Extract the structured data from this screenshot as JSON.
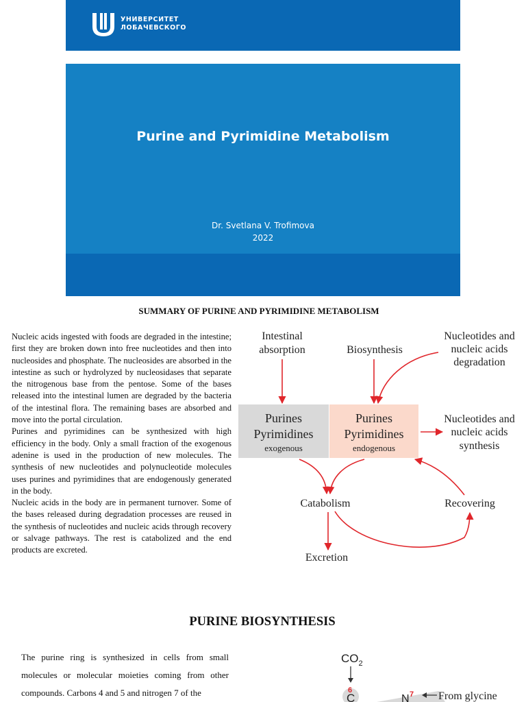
{
  "header": {
    "logo_line1": "УНИВЕРСИТЕТ",
    "logo_line2": "ЛОБАЧЕВСКОГО",
    "brand_color": "#0a68b4"
  },
  "title_slide": {
    "title": "Purine and Pyrimidine Metabolism",
    "author": "Dr. Svetlana V. Trofimova",
    "year": "2022",
    "bg_color": "#1581c4"
  },
  "summary": {
    "heading": "SUMMARY OF PURINE AND PYRIMIDINE METABOLISM",
    "paragraphs": [
      "Nucleic acids ingested with foods are degraded in the intestine; first they are broken down into free nucleotides and then into nucleosides and phosphate. The nucleosides are absorbed in the intestine as such or hydrolyzed by nucleosidases that separate the nitrogenous base from the pentose. Some of the bases released into the intestinal lumen are degraded by the bacteria of the intestinal flora. The remaining bases are absorbed and move into the portal circulation.",
      "Purines and pyrimidines can be synthesized with high efficiency in the body. Only a small fraction of the exogenous adenine is used in the production of new molecules. The synthesis of new nucleotides and polynucleotide molecules uses purines and pyrimidines that are endogenously generated in the body.",
      "Nucleic acids in the body are in permanent turnover. Some of the bases released during degradation processes are reused in the synthesis of nucleotides and nucleic acids through recovery or salvage pathways. The rest is catabolized and the end products are excreted."
    ],
    "diagram": {
      "intestinal_1": "Intestinal",
      "intestinal_2": "absorption",
      "biosynthesis": "Biosynthesis",
      "degradation_1": "Nucleotides and",
      "degradation_2": "nucleic acids",
      "degradation_3": "degradation",
      "exo_1": "Purines",
      "exo_2": "Pyrimidines",
      "exo_3": "exogenous",
      "endo_1": "Purines",
      "endo_2": "Pyrimidines",
      "endo_3": "endogenous",
      "synthesis_1": "Nucleotides and",
      "synthesis_2": "nucleic acids",
      "synthesis_3": "synthesis",
      "catabolism": "Catabolism",
      "recovering": "Recovering",
      "excretion": "Excretion",
      "exo_color": "#d9d9d9",
      "endo_color": "#fbd9cb",
      "arrow_color": "#e0262b"
    }
  },
  "purine_biosynthesis": {
    "heading": "PURINE BIOSYNTHESIS",
    "paragraph": "The purine ring is synthesized in cells from small molecules or molecular moieties coming from other compounds. Carbons 4 and 5 and nitrogen 7 of the",
    "diagram": {
      "co2_main": "CO",
      "co2_sub": "2",
      "n6": "6",
      "carbon": "C",
      "nitrogen": "N",
      "n7": "7",
      "from_glycine": "From glycine"
    }
  }
}
